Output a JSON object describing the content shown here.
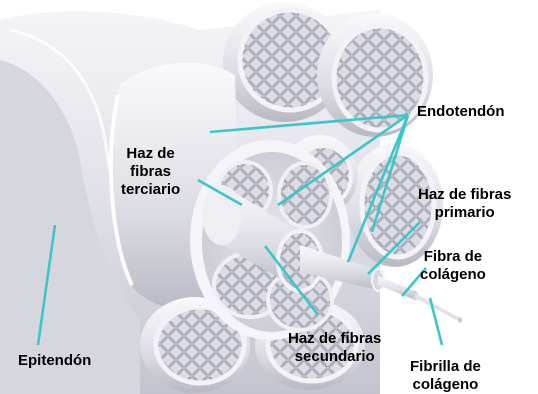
{
  "labels": {
    "endotendon": "Endotendón",
    "tertiary": "Haz de\nfibras\nterciario",
    "primary": "Haz de fibras\nprimario",
    "fiber": "Fibra de\ncolágeno",
    "epitendon": "Epitendón",
    "secondary": "Haz de fibras\nsecundario",
    "fibril": "Fibrilla de\ncolágeno"
  },
  "colors": {
    "leader": "#3cc6cc",
    "text": "#000000",
    "tube": "#e9e9ee",
    "shade": "#c9c9d2",
    "rim": "#f7f7fb"
  }
}
